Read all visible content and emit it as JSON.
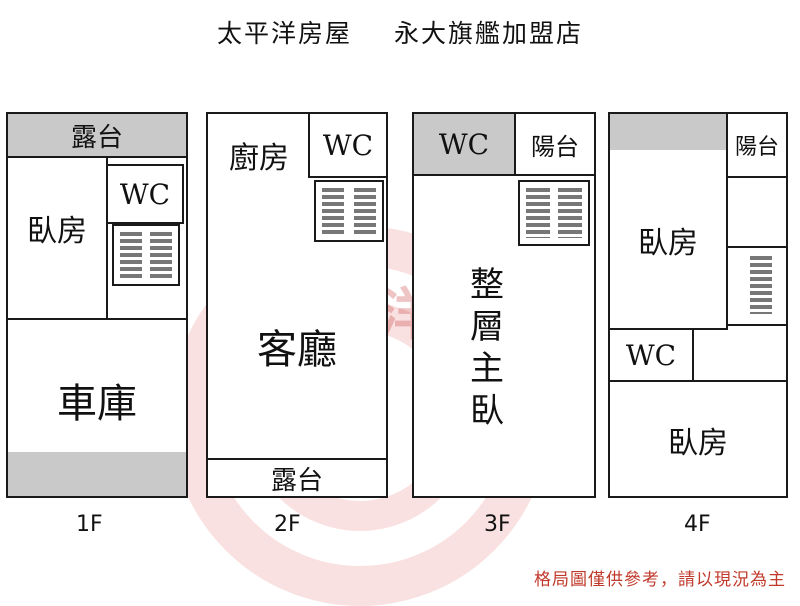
{
  "header": {
    "company": "太平洋房屋",
    "store": "永大旗艦加盟店"
  },
  "watermark": {
    "text": "太平洋房屋",
    "color": "#d9534f"
  },
  "floors": [
    {
      "label": "1F",
      "rooms": {
        "terrace": "露台",
        "bedroom": "臥房",
        "wc": "WC",
        "garage": "車庫"
      }
    },
    {
      "label": "2F",
      "rooms": {
        "kitchen": "廚房",
        "wc": "WC",
        "living": "客廳",
        "terrace": "露台"
      }
    },
    {
      "label": "3F",
      "rooms": {
        "wc": "WC",
        "balcony": "陽台",
        "master": "整層主臥"
      }
    },
    {
      "label": "4F",
      "rooms": {
        "balcony": "陽台",
        "bedroom_top": "臥房",
        "wc": "WC",
        "bedroom_bottom": "臥房"
      }
    }
  ],
  "footer": {
    "note": "格局圖僅供參考，請以現況為主"
  },
  "colors": {
    "wall": "#1a1a1a",
    "gray_fill": "#c9c9c9",
    "footer_text": "#c0392b"
  }
}
